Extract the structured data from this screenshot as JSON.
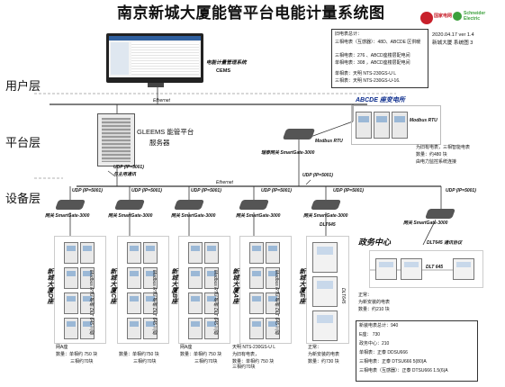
{
  "title": "南京新城大厦能管平台电能计量系统图",
  "brand": {
    "left": "国家电网",
    "right_line1": "Schneider",
    "right_line2": "Electric"
  },
  "version": {
    "line1": "2020.04.17  ver 1.4",
    "line2": "新城大厦 系统图 3"
  },
  "layers": {
    "user": "用户层",
    "platform": "平台层",
    "device": "设备层"
  },
  "cems": {
    "line1": "电能计量管理系统",
    "line2": "CEMS"
  },
  "ethernet_label": "Ethernet",
  "server": {
    "line1": "GLEEMS 能管平台",
    "line2": "服务器"
  },
  "summary_box": {
    "lines": [
      "旧电表总计：",
      "三相电表（互感器）：48D、ABCDE 区供暖",
      "三相电表：276 、ABCD座楼层配电间",
      "单相电表：308 ，ABCD座楼层配电间",
      "单相表：天明 NTS-230GS-U L",
      "三相表：天明 NTS-230GS-U-16."
    ]
  },
  "substation": {
    "title": "ABCDE 座变电所",
    "rtu": "Modbus RTU",
    "note1": "为旧有电表，三相智能电表",
    "note2": "数量：约480 块",
    "note3": "由电力监控系统连接"
  },
  "gateways": {
    "main": "瑞泰网关 SmartGate-3000",
    "modbus_rtu": "Modbus RTU",
    "udp_top_left": "UDP (IP=5001)",
    "udp_top_left2": "与主用通讯",
    "udp_top_right": "UDP (IP=5001)",
    "branch_label": "网关 SmartGate-3000",
    "udp_branch": "UDP (IP=5001)"
  },
  "branches": [
    {
      "vlabel": "新城大厦D座",
      "rtu": "Modbus RTU 单相\nDLT 645 三相",
      "note1": "网A座",
      "note2": "数量：单相约 750 块",
      "note3": "三相约70块"
    },
    {
      "vlabel": "新城大厦C座",
      "rtu": "Modbus RTU 单相\nDLT 645 三相",
      "note1": "",
      "note2": "数量：单相约750 块",
      "note3": "三相约70块"
    },
    {
      "vlabel": "新城大厦B座",
      "rtu": "Modbus RTU 单相\nDLT 645 三相",
      "note1": "网A座",
      "note2": "数量：单相约 750 块",
      "note3": "三相约70块"
    },
    {
      "vlabel": "新城大厦A座",
      "rtu": "Modbus RTU 单相\nDLT 645 三相",
      "note1": "天明 NTS-230GS-U L",
      "note2": "为旧有电表，",
      "note3": "数量：单相约 750 块\n三相约70块"
    },
    {
      "vlabel": "新城大厦E座",
      "rtu": "DLT645",
      "note1": "正常：",
      "note2": "为新安装的电表",
      "note3": "数量：约730 块"
    }
  ],
  "affairs": {
    "title": "政务中心",
    "protocol": "DLT645 通讯协议",
    "dlt": "DLT 645",
    "note1": "正常：",
    "note2": "为新安装的电表",
    "note3": "数量：约210 块"
  },
  "bottom_box": {
    "lines": [
      "新装电表总计：940",
      "E座：     730",
      "政务中心：210",
      "单相表：正泰 DDSU666",
      "三相电表：正泰 DTSU666 5(80)A",
      "三相电表（互感器）：正泰 DTSU666 1.5(6)A"
    ]
  }
}
